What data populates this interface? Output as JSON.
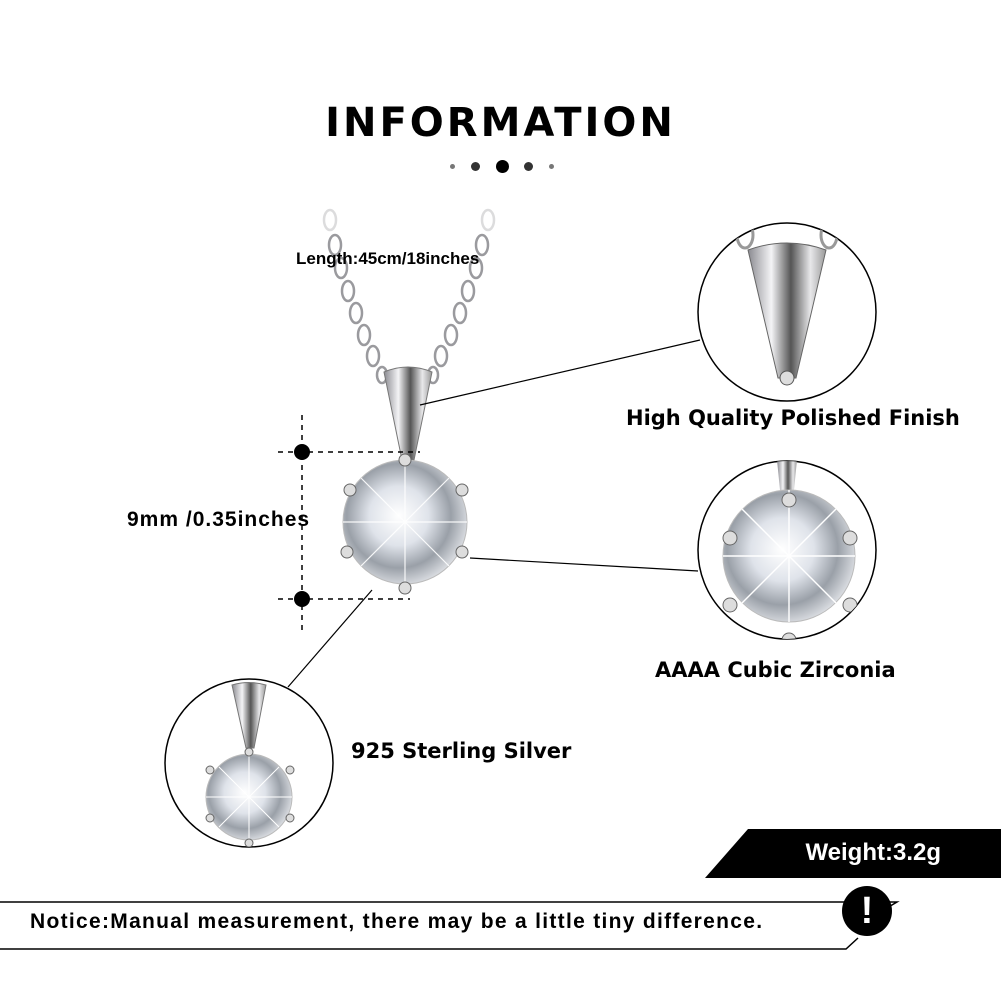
{
  "header": {
    "title": "INFORMATION",
    "pager_dots": 5,
    "active_dot": 2
  },
  "product": {
    "length_label": "Length:45cm/18inches",
    "size_label": "9mm /0.35inches"
  },
  "features": [
    {
      "label": "High Quality Polished Finish",
      "detail": "bail-closeup"
    },
    {
      "label": "AAAA Cubic Zirconia",
      "detail": "stone-closeup"
    },
    {
      "label": "925 Sterling Silver",
      "detail": "pendant-closeup"
    }
  ],
  "weight": {
    "label": "Weight:3.2g"
  },
  "notice": {
    "text": "Notice:Manual measurement, there may be a little tiny difference.",
    "icon": "!"
  },
  "colors": {
    "ink": "#000000",
    "background": "#ffffff",
    "metal": "#c8c8cc"
  }
}
